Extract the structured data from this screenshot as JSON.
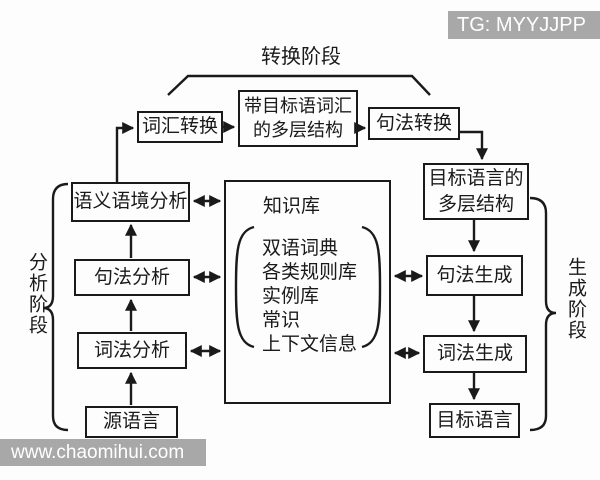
{
  "badge": {
    "text": "TG: MYYJJPP"
  },
  "watermark": {
    "text": "www.chaomihui.com"
  },
  "colors": {
    "line": "#1a1a1a",
    "badge_bg": "#a8a8a8",
    "badge_fg": "#ffffff",
    "background": "#fdfdfd"
  },
  "stages": {
    "transfer": "转换阶段",
    "analysis": "分析阶段",
    "generation": "生成阶段"
  },
  "nodes": {
    "lexical_transfer": "词汇转换",
    "src_multilayer": {
      "line1": "带目标语词汇",
      "line2": "的多层结构"
    },
    "syntactic_transfer": "句法转换",
    "target_multilayer": {
      "line1": "目标语言的",
      "line2": "多层结构"
    },
    "semantic_context_analysis": "语义语境分析",
    "syntactic_analysis": "句法分析",
    "lexical_analysis": "词法分析",
    "source_language": "源语言",
    "knowledge_base": {
      "title": "知识库",
      "items": [
        "双语词典",
        "各类规则库",
        "实例库",
        "常识",
        "上下文信息"
      ]
    },
    "syntactic_generation": "句法生成",
    "lexical_generation": "词法生成",
    "target_language": "目标语言"
  }
}
